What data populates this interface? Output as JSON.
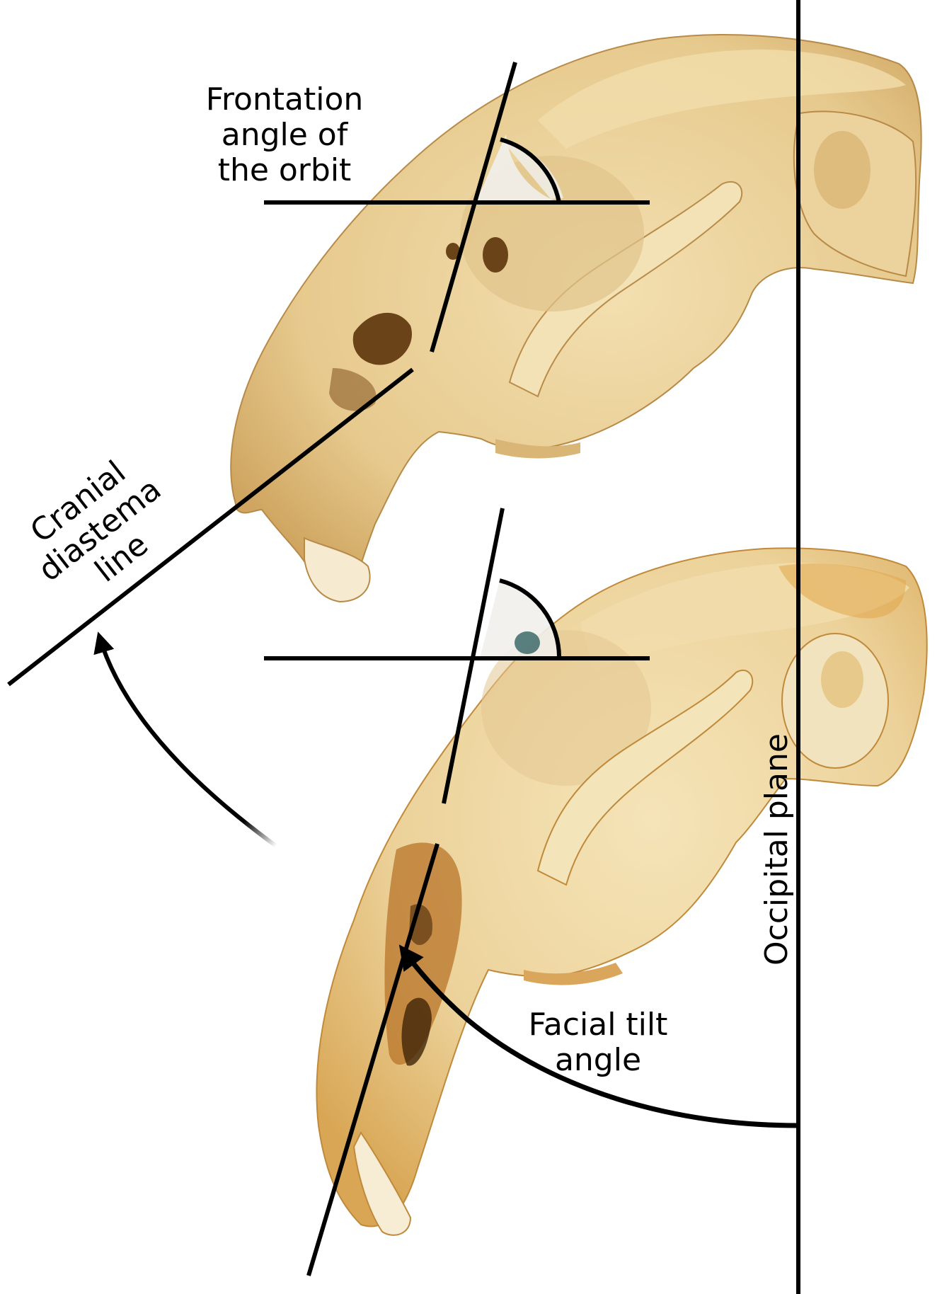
{
  "labels": {
    "frontation": [
      "Frontation",
      "angle of",
      "the orbit"
    ],
    "cranial": [
      "Cranial",
      "diastema",
      "line"
    ],
    "facial": [
      "Facial tilt",
      "angle"
    ],
    "occipital": "Occipital plane"
  },
  "colors": {
    "bone": "#e9cf97",
    "bone_shadow": "#c99c55",
    "bone_dark": "#6a4418",
    "bone_orange": "#d9953a",
    "orbit_fill": "#eceae4",
    "line": "#000000"
  }
}
